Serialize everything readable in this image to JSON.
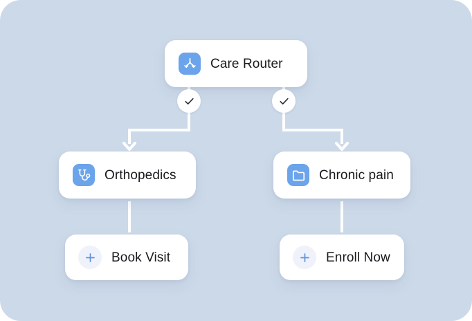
{
  "canvas": {
    "background_color": "#ccd9e9",
    "corner_radius": "30px"
  },
  "theme": {
    "card_background": "#ffffff",
    "icon_tile_color": "#6ba4ea",
    "chip_background": "#eff2fb",
    "plus_color": "#5b94e0",
    "connector_color": "#ffffff",
    "text_color": "#19191d",
    "check_color": "#2b2b33"
  },
  "flow": {
    "root": {
      "label": "Care Router",
      "icon": "split-arrows-icon"
    },
    "branches": [
      {
        "badge": "check-icon",
        "label": "Orthopedics",
        "icon": "stethoscope-icon",
        "action": {
          "label": "Book Visit",
          "icon": "plus-icon"
        }
      },
      {
        "badge": "check-icon",
        "label": "Chronic pain",
        "icon": "folder-icon",
        "action": {
          "label": "Enroll Now",
          "icon": "plus-icon"
        }
      }
    ]
  }
}
